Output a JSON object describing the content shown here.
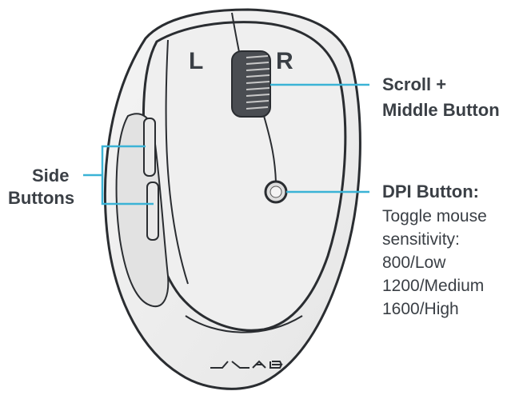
{
  "labels": {
    "left": "L",
    "right": "R",
    "scroll_line1": "Scroll +",
    "scroll_line2": "Middle Button",
    "side_line1": "Side",
    "side_line2": "Buttons",
    "dpi_title": "DPI Button:",
    "dpi_desc": [
      "Toggle mouse",
      "sensitivity:",
      "800/Low",
      "1200/Medium",
      "1600/High"
    ]
  },
  "logo_text": "JLAB",
  "colors": {
    "callout_line": "#3bb3d6",
    "outline": "#2a2d31",
    "body_fill": "#eeeeee",
    "text": "#3a3f45"
  }
}
